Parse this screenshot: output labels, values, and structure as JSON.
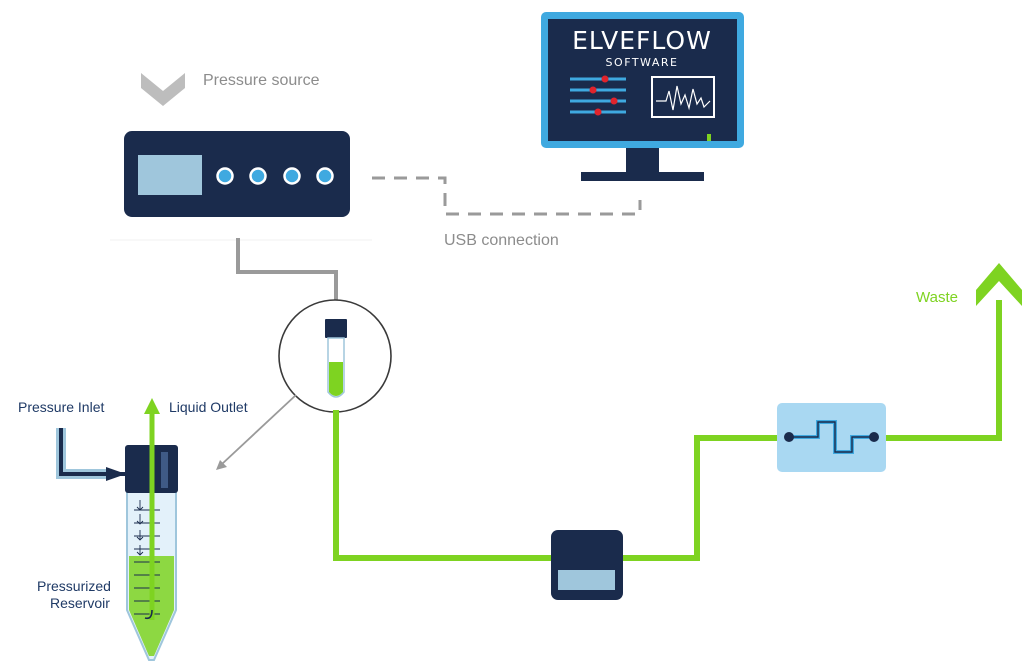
{
  "labels": {
    "pressure_source": "Pressure source",
    "usb_connection": "USB connection",
    "waste": "Waste",
    "pressure_inlet": "Pressure Inlet",
    "liquid_outlet": "Liquid Outlet",
    "reservoir_line1": "Pressurized",
    "reservoir_line2": "Reservoir"
  },
  "monitor": {
    "brand": "ELVEFLOW",
    "subtitle": "SOFTWARE"
  },
  "colors": {
    "navy": "#1a2b4c",
    "screen_blue": "#3fa9e0",
    "light_blue": "#9fc6dc",
    "green": "#7ed321",
    "gray_line": "#9a9a9a",
    "chip_blue": "#a9d8f2",
    "red_dot": "#e0242c"
  }
}
